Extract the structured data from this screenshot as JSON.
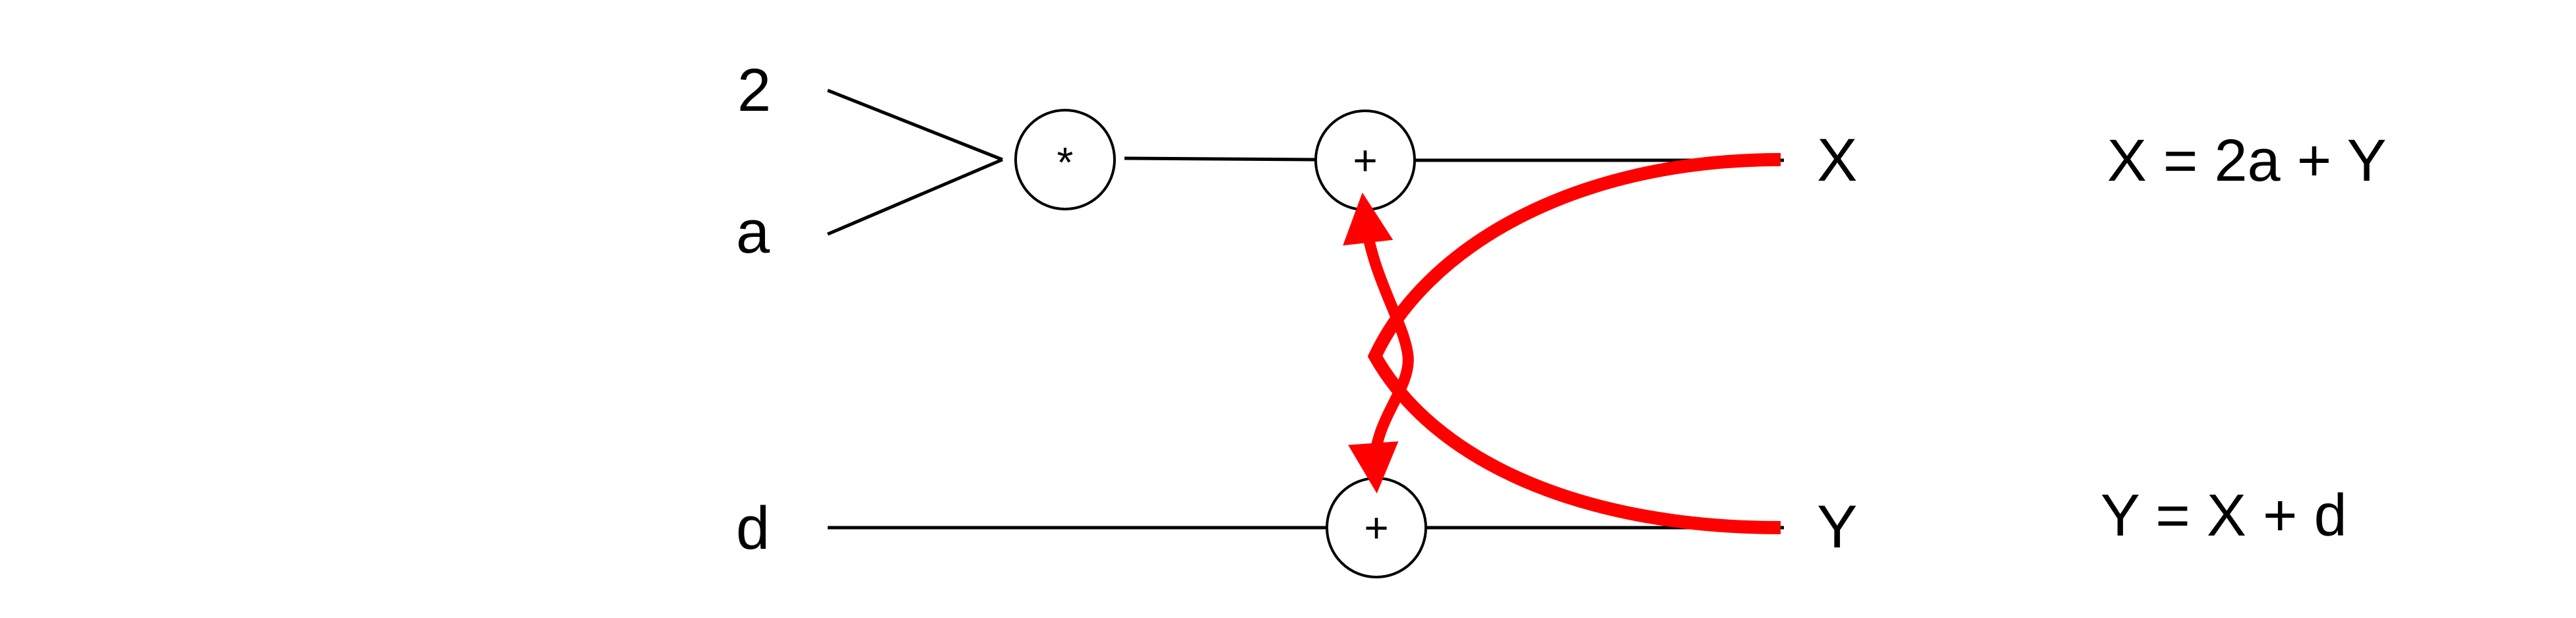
{
  "inputs": {
    "two": "2",
    "a": "a",
    "d": "d"
  },
  "operators": {
    "multiply": "*",
    "add_top": "+",
    "add_bottom": "+"
  },
  "outputs": {
    "x": "X",
    "y": "Y"
  },
  "equations": {
    "x_equation": "X = 2a + Y",
    "y_equation": "Y = X + d"
  },
  "colors": {
    "wire": "#000000",
    "feedback_arrows": "#ff0000",
    "background": "#ffffff"
  }
}
